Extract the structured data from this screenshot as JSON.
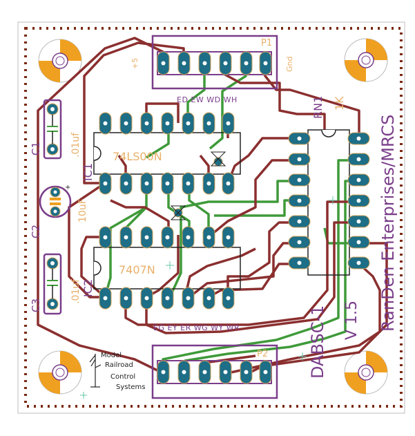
{
  "colors": {
    "background": "#ffffff",
    "trace_top": "#8b2f2f",
    "trace_bottom": "#3f9a3a",
    "pad": "#1d6e86",
    "pad_ring": "#d4a35a",
    "silkscreen": "#7a3d8a",
    "value_text": "#e8b06a",
    "border_dots": "#7a2a12",
    "mount_orange": "#f0a020"
  },
  "connectors": {
    "p1": {
      "name": "P1",
      "left_label": "+5",
      "right_label": "Gnd",
      "pin_labels": "ED EW WD WH"
    },
    "p2": {
      "name": "P2",
      "pin_labels": "EG EY ER WG WY WR"
    }
  },
  "chips": {
    "ic1": {
      "name": "IC1",
      "part": "74LS00N"
    },
    "ic2": {
      "name": "IC2",
      "part": "7407N"
    }
  },
  "resistor_network": {
    "name": "RN1",
    "value": "1K"
  },
  "capacitors": [
    {
      "name": "C1",
      "value": ".01uf"
    },
    {
      "name": "C2",
      "value": "10uF"
    },
    {
      "name": "C3",
      "value": ".01uf"
    }
  ],
  "board": {
    "company": "RanDen Enterprises/MRCS",
    "project": "DABSC-1",
    "version": "V 1.5"
  },
  "logo": {
    "lines": [
      "Model",
      "Railroad",
      "Control",
      "Systems"
    ],
    "icon": "railroad-signal-icon"
  }
}
